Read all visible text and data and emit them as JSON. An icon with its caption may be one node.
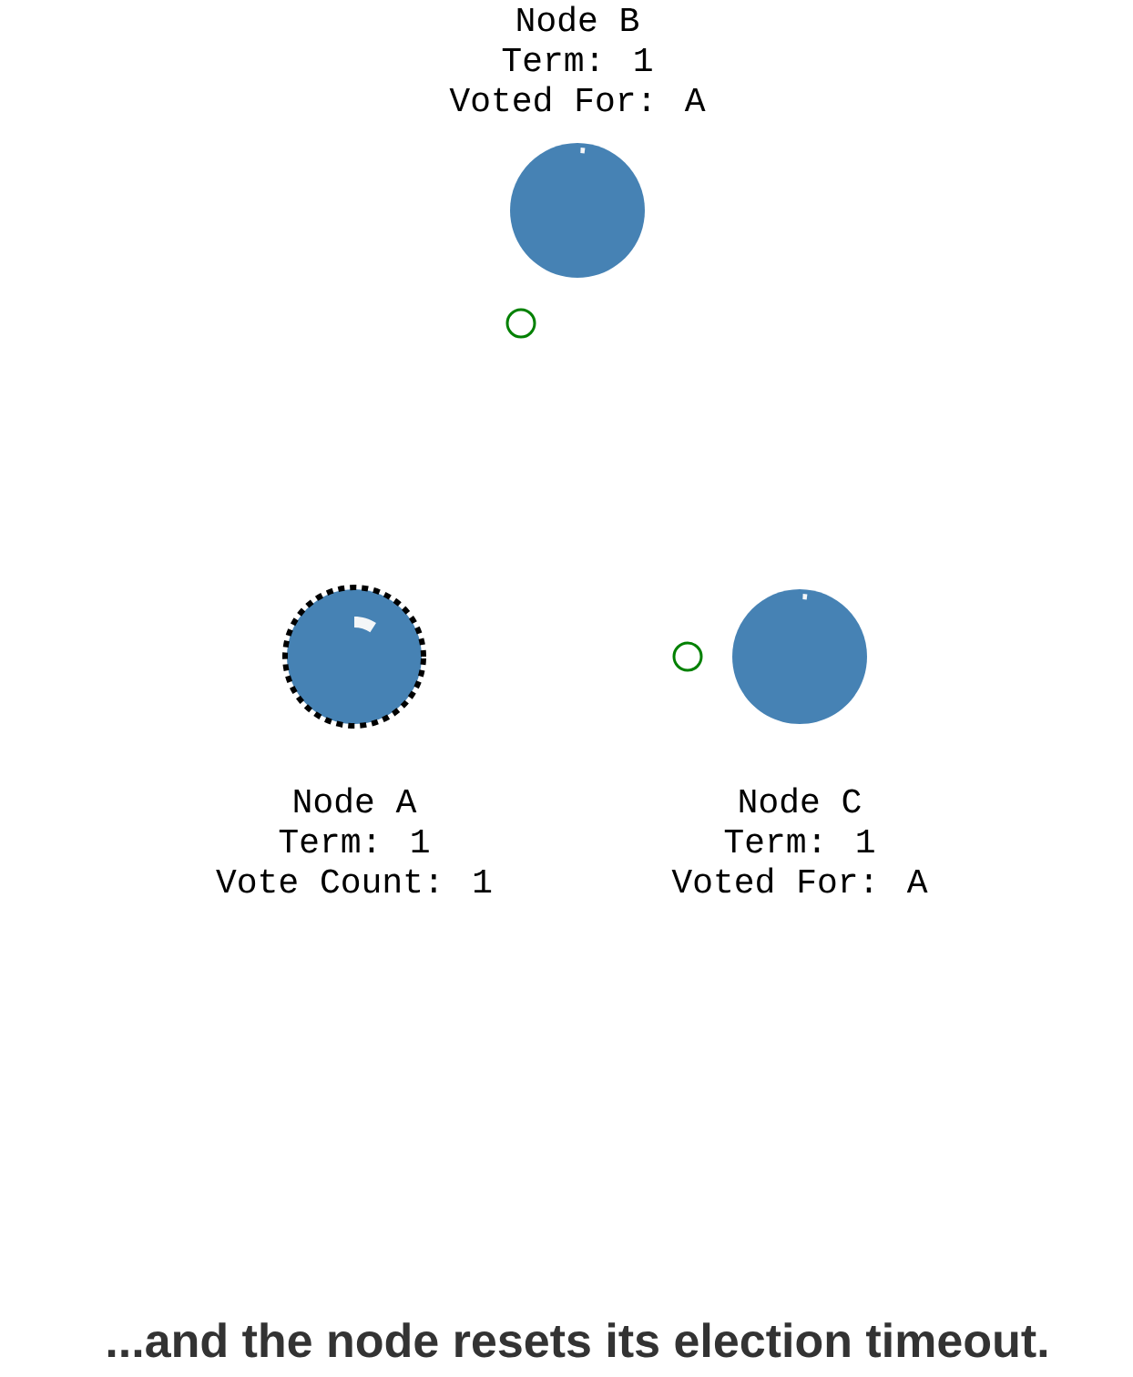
{
  "diagram": {
    "caption": "...and the node resets its election timeout.",
    "nodes": [
      {
        "text": [
          "Node B",
          "Term: 1",
          "Voted For: A"
        ]
      },
      {
        "text": [],
        "shape": "circle"
      },
      {
        "text": [
          "Node A",
          "Term: 1",
          "Vote Count: 1"
        ]
      },
      {
        "text": [],
        "shape": "circle"
      },
      {
        "text": [
          "Node C",
          "Term: 1",
          "Voted For: A"
        ]
      }
    ]
  }
}
